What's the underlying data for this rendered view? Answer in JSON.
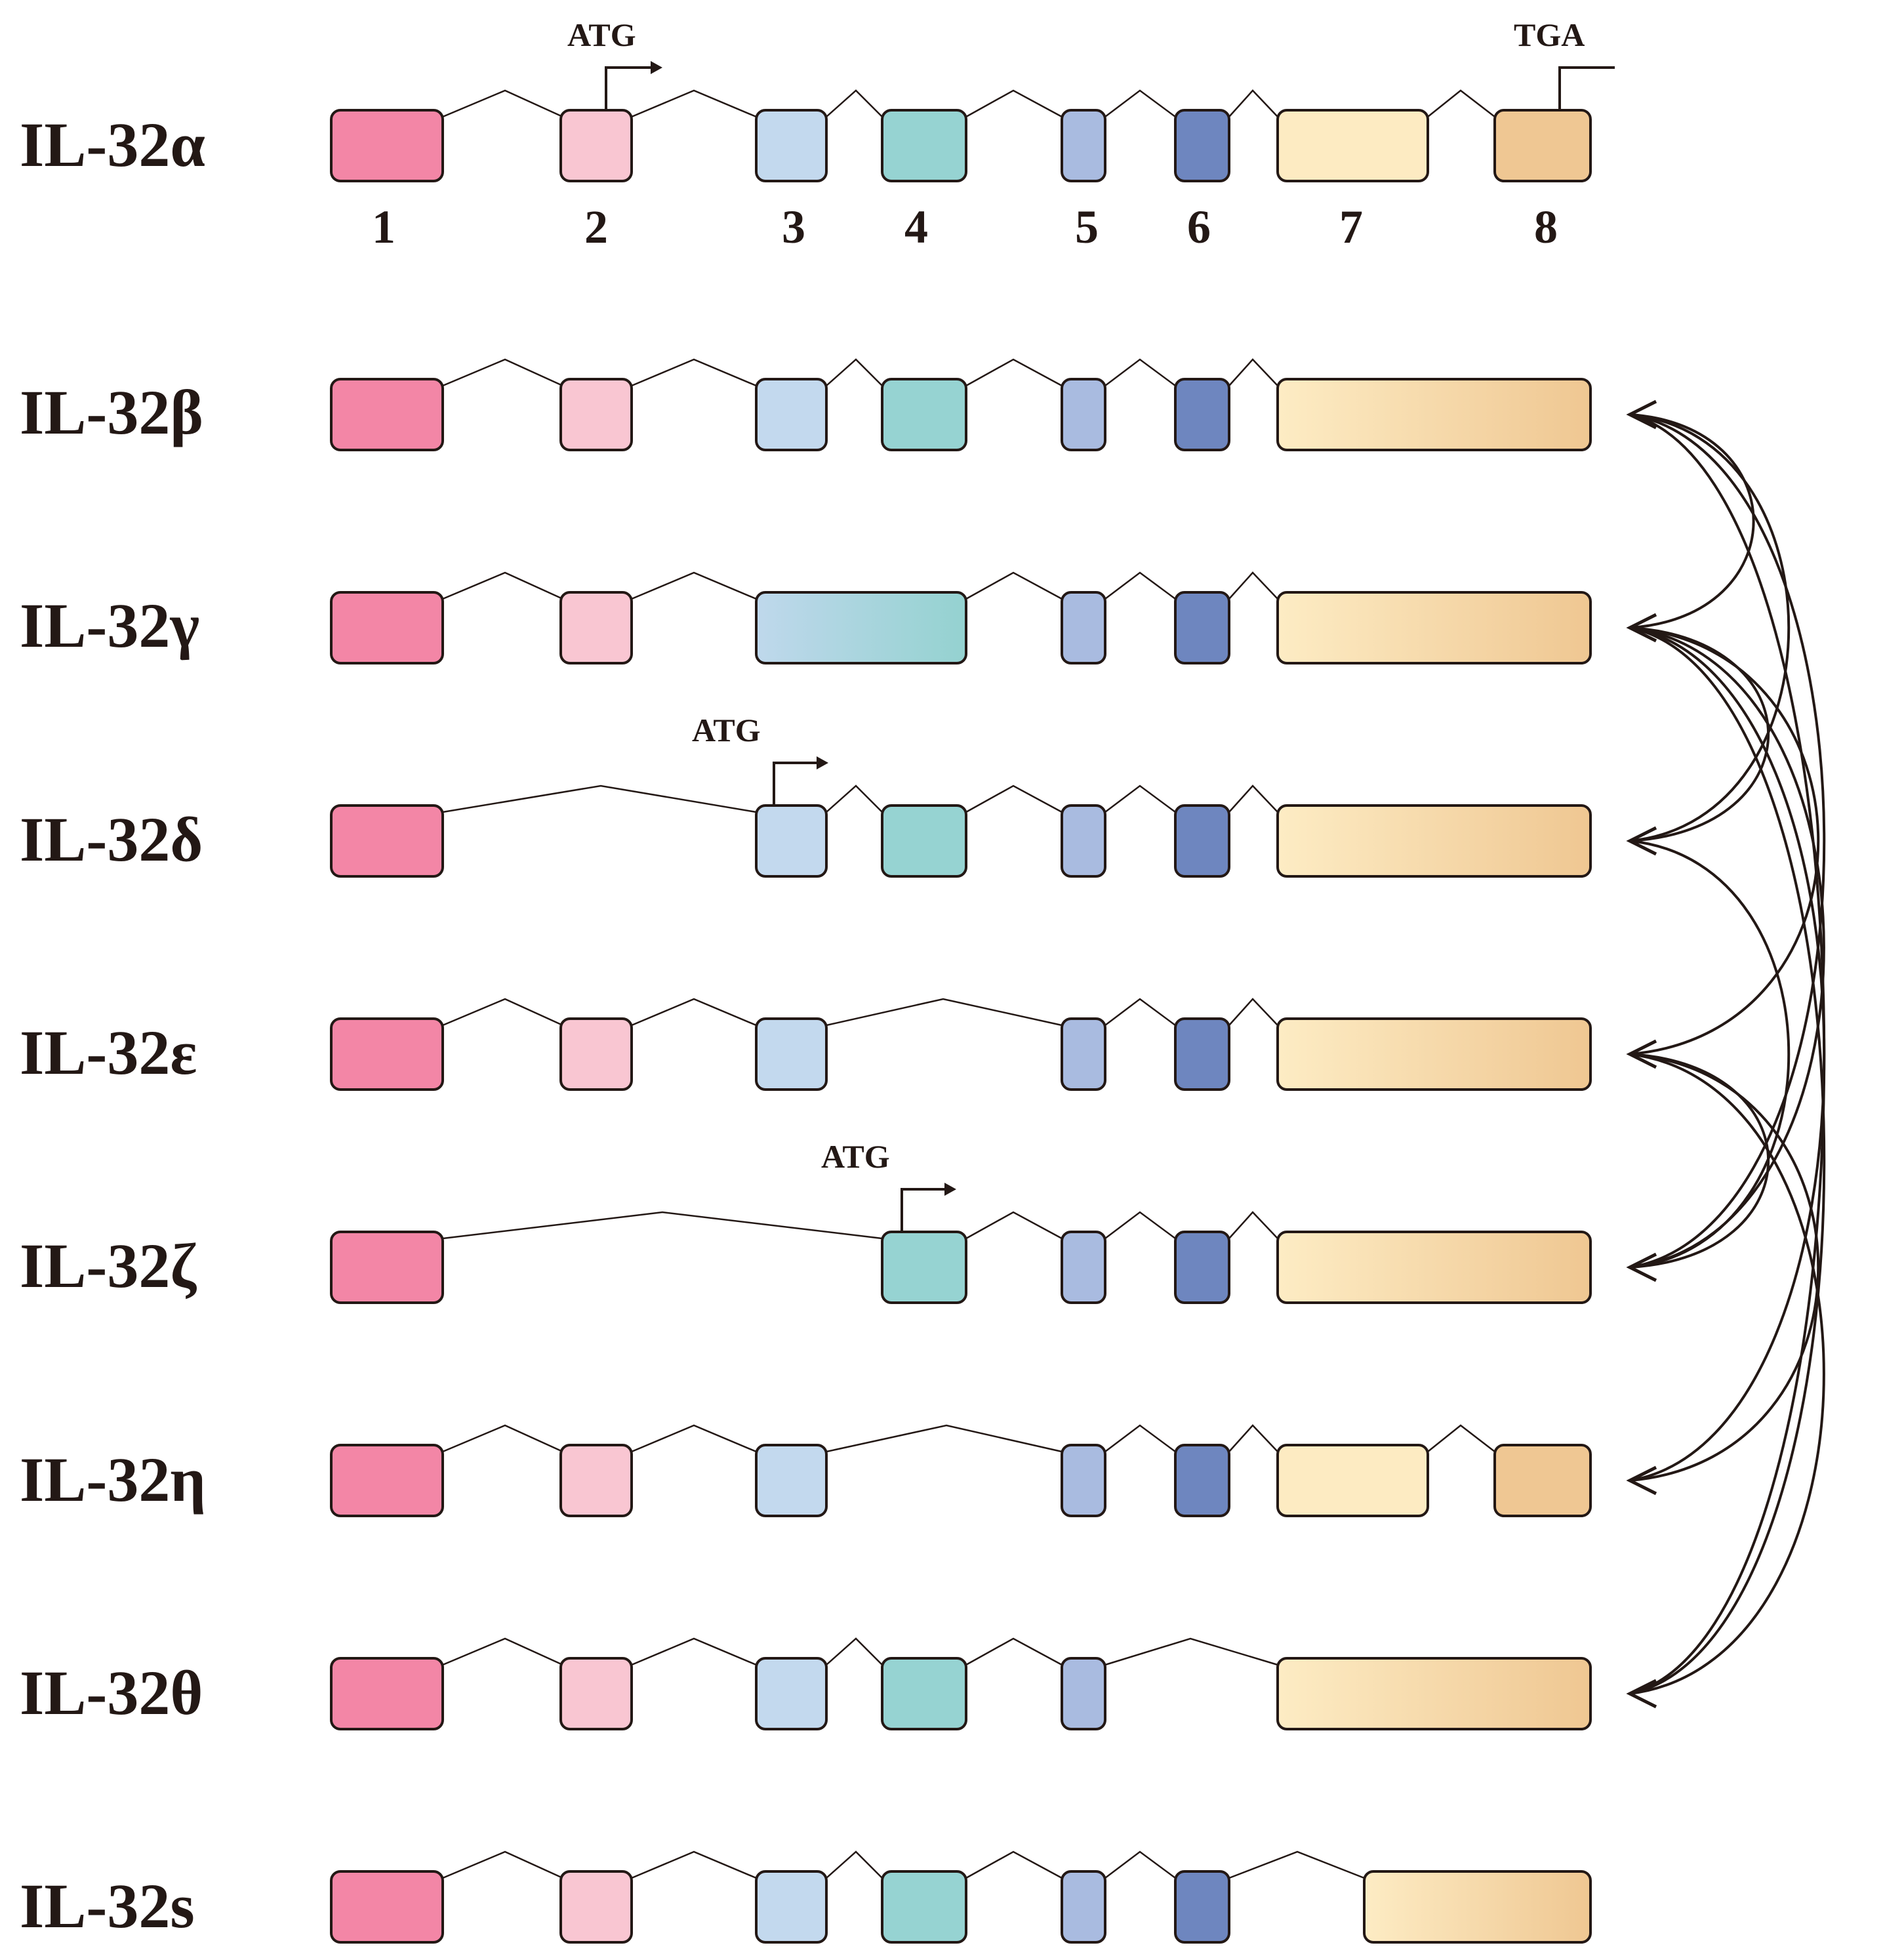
{
  "exon_numbers": [
    "1",
    "2",
    "3",
    "4",
    "5",
    "6",
    "7",
    "8"
  ],
  "colors": {
    "exon1": "#f386a6",
    "exon2": "#f9c6d2",
    "exon3": "#c3d9ee",
    "exon4": "#96d3d2",
    "exon5": "#a9bbe0",
    "exon6": "#6e86bf",
    "exon7": "#fdebc2",
    "exon8": "#efc793",
    "outline": "#231815"
  },
  "isoforms": [
    {
      "label": "IL-32α",
      "exons": [
        "1",
        "2",
        "3",
        "4",
        "5",
        "6",
        "7",
        "8"
      ],
      "start_codon": "ATG",
      "start_exon": "2",
      "stop_codon": "TGA",
      "stop_exon": "8"
    },
    {
      "label": "IL-32β",
      "exons": [
        "1",
        "2",
        "3",
        "4",
        "5",
        "6",
        "7-8"
      ]
    },
    {
      "label": "IL-32γ",
      "exons": [
        "1",
        "2",
        "3-4",
        "5",
        "6",
        "7-8"
      ]
    },
    {
      "label": "IL-32δ",
      "exons": [
        "1",
        "3",
        "4",
        "5",
        "6",
        "7-8"
      ],
      "start_codon": "ATG",
      "start_exon": "3"
    },
    {
      "label": "IL-32ε",
      "exons": [
        "1",
        "2",
        "3",
        "5",
        "6",
        "7-8"
      ]
    },
    {
      "label": "IL-32ζ",
      "exons": [
        "1",
        "4",
        "5",
        "6",
        "7-8"
      ],
      "start_codon": "ATG",
      "start_exon": "4"
    },
    {
      "label": "IL-32η",
      "exons": [
        "1",
        "2",
        "3",
        "5",
        "6",
        "7",
        "8"
      ]
    },
    {
      "label": "IL-32θ",
      "exons": [
        "1",
        "2",
        "3",
        "4",
        "5",
        "7-8"
      ]
    },
    {
      "label": "IL-32s",
      "exons": [
        "1",
        "2",
        "3",
        "4",
        "5",
        "6",
        "7-8 (truncated)"
      ]
    }
  ],
  "conversion_arrows": [
    [
      "IL-32β",
      "IL-32δ"
    ],
    [
      "IL-32β",
      "IL-32ζ"
    ],
    [
      "IL-32β",
      "IL-32θ"
    ],
    [
      "IL-32γ",
      "IL-32β"
    ],
    [
      "IL-32γ",
      "IL-32δ"
    ],
    [
      "IL-32γ",
      "IL-32ε"
    ],
    [
      "IL-32γ",
      "IL-32ζ"
    ],
    [
      "IL-32γ",
      "IL-32η"
    ],
    [
      "IL-32γ",
      "IL-32θ"
    ],
    [
      "IL-32δ",
      "IL-32ζ"
    ],
    [
      "IL-32ε",
      "IL-32ζ"
    ],
    [
      "IL-32ε",
      "IL-32η"
    ],
    [
      "IL-32ε",
      "IL-32θ"
    ]
  ]
}
